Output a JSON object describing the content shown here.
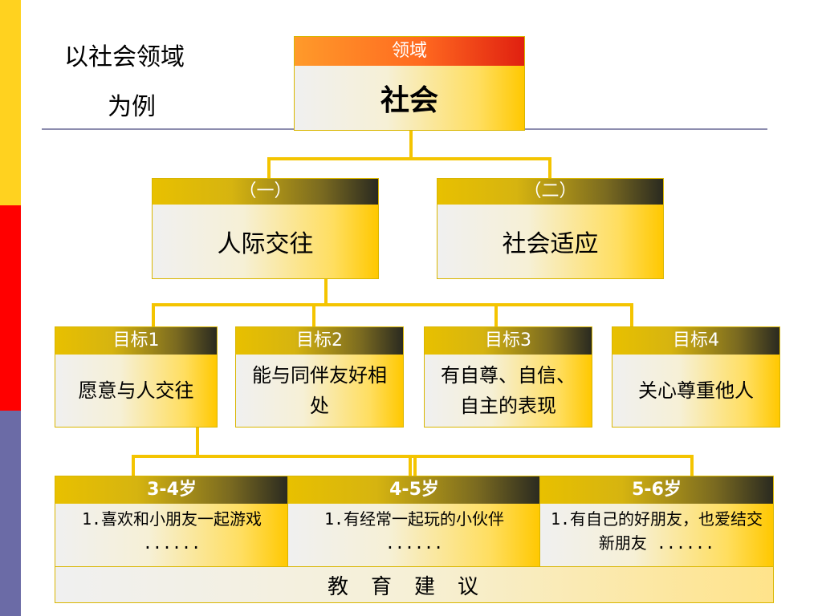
{
  "heading": {
    "line1": "以社会领域",
    "line2": "为例"
  },
  "root": {
    "header": "领域",
    "label": "社会"
  },
  "level1": [
    {
      "header": "（一）",
      "label": "人际交往"
    },
    {
      "header": "（二）",
      "label": "社会适应"
    }
  ],
  "goals": [
    {
      "header": "目标1",
      "label": "愿意与人交往"
    },
    {
      "header": "目标2",
      "label": "能与同伴友好相处"
    },
    {
      "header": "目标3",
      "label": "有自尊、自信、自主的表现"
    },
    {
      "header": "目标4",
      "label": "关心尊重他人"
    }
  ],
  "ages": [
    {
      "header": "3-4岁",
      "text": "1.喜欢和小朋友一起游戏",
      "ellipsis": "......"
    },
    {
      "header": "4-5岁",
      "text": "1.有经常一起玩的小伙伴",
      "ellipsis": "......"
    },
    {
      "header": "5-6岁",
      "text": "1.有自己的好朋友，也爱结交新朋友",
      "ellipsis": "......"
    }
  ],
  "education": "教育建议",
  "colors": {
    "stripe_top": "#ffd21f",
    "stripe_mid": "#ff0000",
    "stripe_bottom": "#6b6ba6",
    "connector": "#f4c400",
    "root_header": "#ff6a20"
  }
}
